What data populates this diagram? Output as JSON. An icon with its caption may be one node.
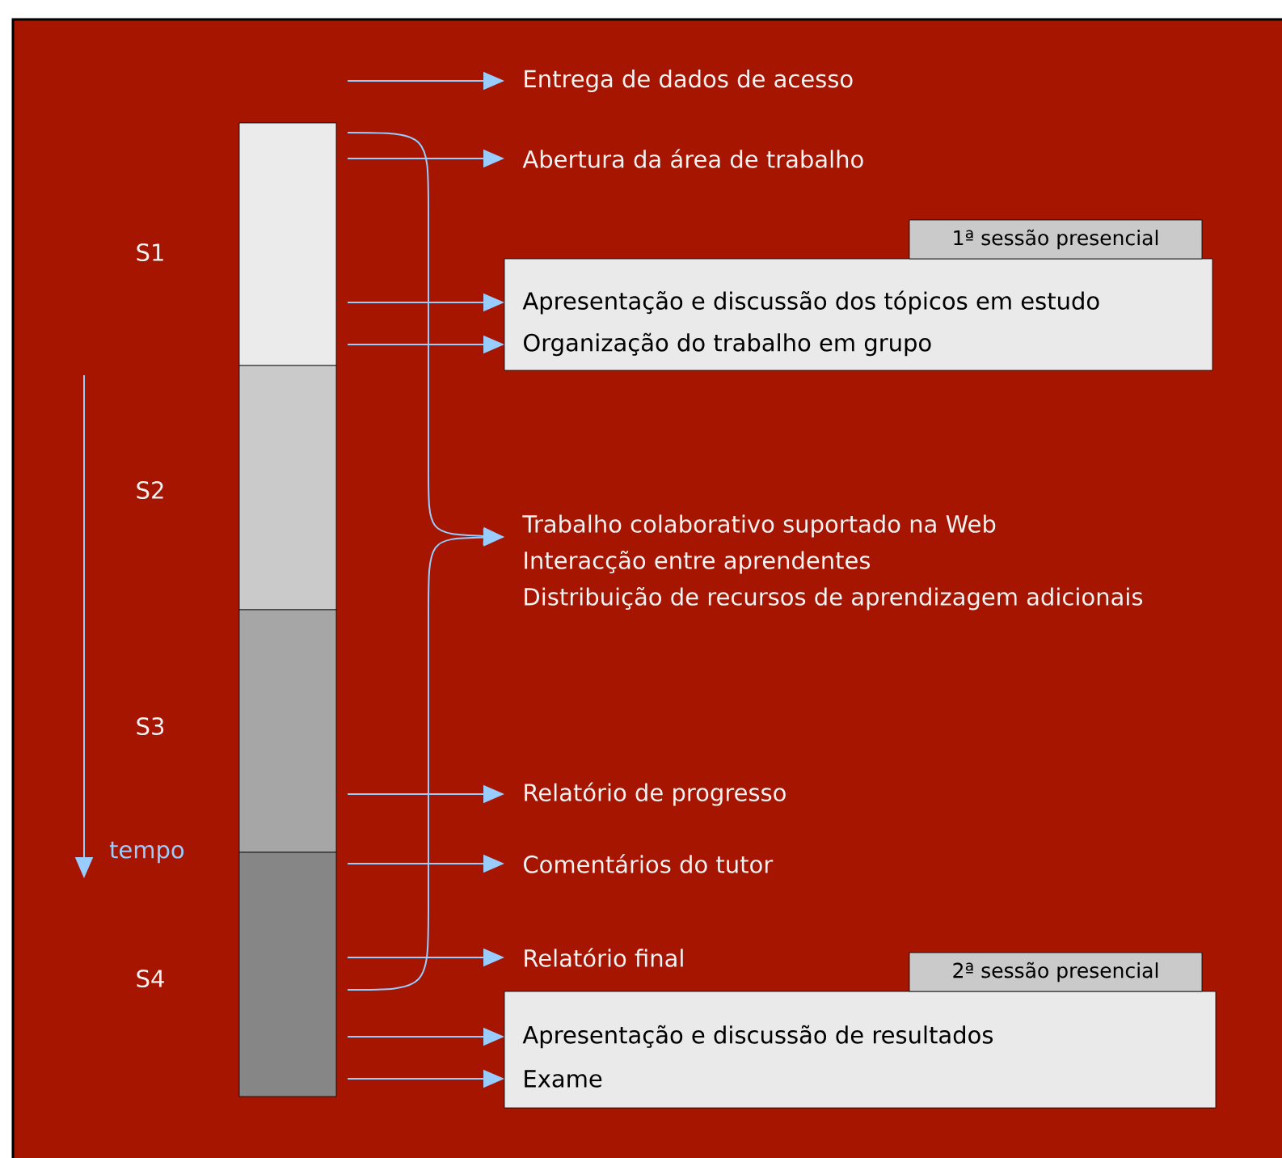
{
  "diagram": {
    "nodes": [
      {
        "text": [],
        "shape": "bar",
        "beside": [
          "S1"
        ]
      },
      {
        "text": [],
        "shape": "bar",
        "beside": [
          "S2"
        ]
      },
      {
        "text": [],
        "shape": "bar",
        "beside": [
          "S3"
        ]
      },
      {
        "text": [],
        "shape": "bar",
        "beside": [
          "S4"
        ]
      },
      {
        "text": [
          "Entrega de dados de acesso"
        ]
      },
      {
        "text": [
          "Abertura da área de trabalho"
        ]
      },
      {
        "text": [
          "1ª sessão presencial"
        ]
      },
      {
        "text": [
          "Apresentação e discussão dos tópicos em estudo"
        ],
        "in": 6
      },
      {
        "text": [
          "Organização do trabalho em grupo"
        ],
        "in": 6
      },
      {
        "text": [
          "Trabalho colaborativo suportado na Web",
          "Interacção entre aprendentes",
          "Distribuição de recursos de aprendizagem adicionais"
        ]
      },
      {
        "text": [
          "Relatório de progresso"
        ]
      },
      {
        "text": [
          "Comentários do tutor"
        ]
      },
      {
        "text": [
          "Relatório final"
        ]
      },
      {
        "text": [
          "2ª sessão presencial"
        ]
      },
      {
        "text": [
          "Apresentação e discussão de resultados"
        ],
        "in": 13
      },
      {
        "text": [
          "Exame"
        ],
        "in": 13
      }
    ],
    "edges": [
      {
        "from": null,
        "to": 4,
        "arrow": "to"
      },
      {
        "from": 0,
        "to": 5,
        "arrow": "to"
      },
      {
        "from": 0,
        "to": 7,
        "arrow": "to"
      },
      {
        "from": 0,
        "to": 8,
        "arrow": "to"
      },
      {
        "from": 0,
        "to": 9,
        "arrow": "to"
      },
      {
        "from": 3,
        "to": 9,
        "arrow": "to"
      },
      {
        "from": 2,
        "to": 10,
        "arrow": "to"
      },
      {
        "from": 3,
        "to": 11,
        "arrow": "to"
      },
      {
        "from": 3,
        "to": 12,
        "arrow": "to"
      },
      {
        "from": 3,
        "to": 14,
        "arrow": "to"
      },
      {
        "from": 3,
        "to": 15,
        "arrow": "to"
      }
    ],
    "labels": [
      "tempo"
    ]
  }
}
